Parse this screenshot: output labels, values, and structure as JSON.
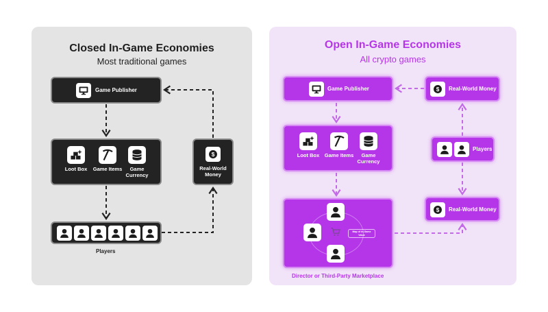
{
  "closed": {
    "title": "Closed In-Game Economies",
    "subtitle": "Most traditional games",
    "publisher_label": "Game Publisher",
    "loot_box_label": "Loot Box",
    "game_items_label": "Game Items",
    "game_currency_label": "Game Currency",
    "money_label": "Real-World Money",
    "players_label": "Players"
  },
  "open": {
    "title": "Open In-Game Economies",
    "subtitle": "All crypto games",
    "publisher_label": "Game Publisher",
    "money_top_label": "Real-World Money",
    "players_label": "Players",
    "loot_box_label": "Loot Box",
    "game_items_label": "Game Items",
    "game_currency_label": "Game Currency",
    "money_bottom_label": "Real-World Money",
    "marketplace_chip_label": "Map of In-Game Value",
    "marketplace_label": "Director or Third-Party Marketplace"
  },
  "colors": {
    "closed_title": "#1f1f1f",
    "open_title": "#b535e8",
    "dark_box": "#232323",
    "purple_box": "#b535e8",
    "left_bg": "#e4e4e4",
    "right_bg": "#f2e4f8"
  },
  "icons": [
    "monitor-icon",
    "loot-box-icon",
    "pickaxe-icon",
    "coin-stack-icon",
    "dollar-coin-icon",
    "user-icon",
    "shopping-cart-icon"
  ]
}
